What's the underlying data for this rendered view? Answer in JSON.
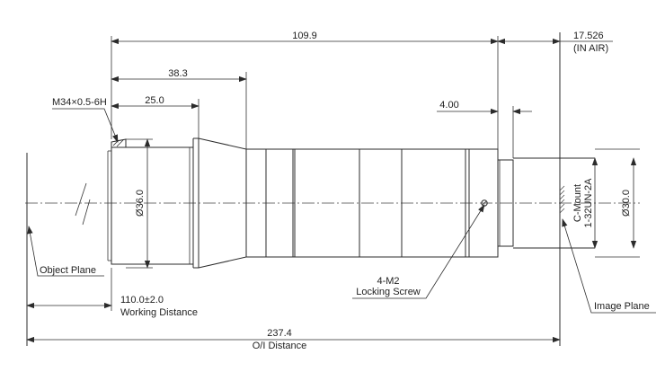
{
  "dimensions": {
    "overall_length": "109.9",
    "back_focus": "17.526",
    "back_focus_note": "(IN AIR)",
    "front_section": "38.3",
    "front_barrel": "25.0",
    "flange_offset": "4.00",
    "front_diameter": "Ø36.0",
    "mount_diameter": "Ø30.0"
  },
  "thread_callout": "M34×0.5-6H",
  "mount_label": {
    "line1": "C-Mount",
    "line2": "1-32UN-2A"
  },
  "screw_label": {
    "line1": "4-M2",
    "line2": "Locking Screw"
  },
  "object_plane_label": "Object Plane",
  "image_plane_label": "Image Plane",
  "working_distance": {
    "value": "110.0±2.0",
    "label": "Working Distance"
  },
  "oi_distance": {
    "value": "237.4",
    "label": "O/I Distance"
  }
}
